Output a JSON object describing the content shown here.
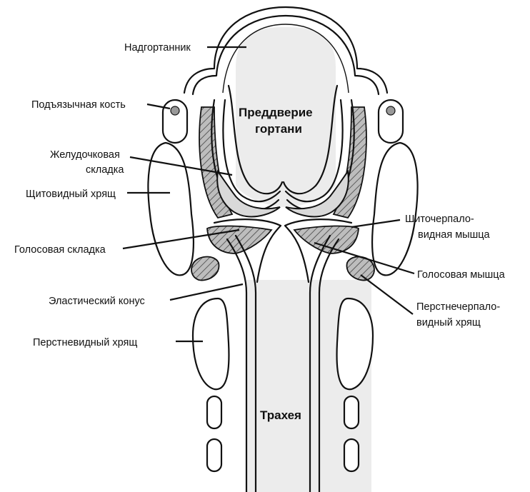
{
  "labels": {
    "nadgortannik": "Надгортанник",
    "podyazychnaya_kost": "Подъязычная кость",
    "zheludochkovaya_1": "Желудочковая",
    "zheludochkovaya_2": "складка",
    "shchitovidny": "Щитовидный хрящ",
    "golosovaya_skladka": "Голосовая складка",
    "elastichesky_konus": "Эластический конус",
    "persnevidny": "Перстневидный хрящ",
    "predverie_1": "Преддверие",
    "predverie_2": "гортани",
    "trakheya": "Трахея",
    "shchitocherpal_1": "Шиточерпало-",
    "shchitocherpal_2": "видная мышца",
    "golosovaya_myshtsa": "Голосовая мышца",
    "persnecherpal_1": "Перстнечерпало-",
    "persnecherpal_2": "видный хрящ"
  }
}
